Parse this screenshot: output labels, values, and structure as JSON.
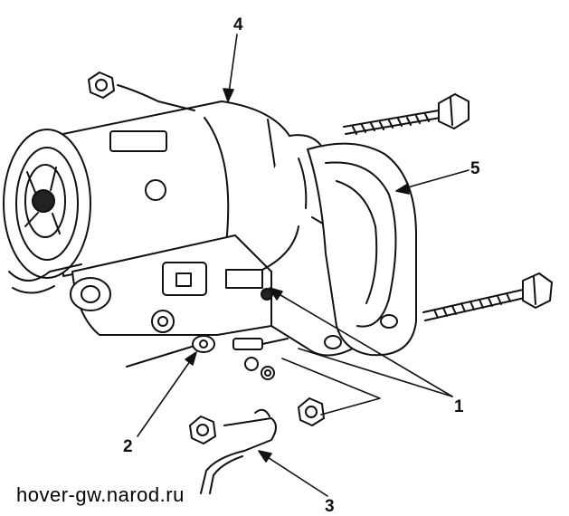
{
  "callouts": {
    "c1": "1",
    "c2": "2",
    "c3": "3",
    "c4": "4",
    "c5": "5"
  },
  "watermark": "hover-gw.narod.ru",
  "colors": {
    "ink": "#111111",
    "paper": "#ffffff"
  }
}
